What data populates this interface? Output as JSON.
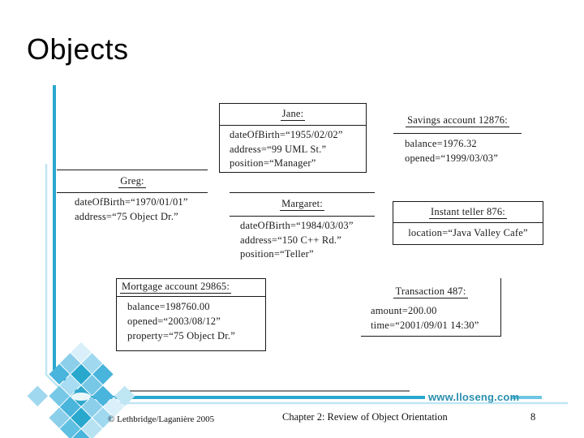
{
  "slide": {
    "title": "Objects"
  },
  "objects": {
    "jane": {
      "title": "Jane:",
      "attrs": [
        "dateOfBirth=“1955/02/02”",
        "address=“99 UML St.”",
        "position=“Manager”"
      ]
    },
    "savings": {
      "title": "Savings account 12876:",
      "attrs": [
        "balance=1976.32",
        "opened=“1999/03/03”"
      ]
    },
    "greg": {
      "title": "Greg:",
      "attrs": [
        "dateOfBirth=“1970/01/01”",
        "address=“75 Object Dr.”"
      ]
    },
    "margaret": {
      "title": "Margaret:",
      "attrs": [
        "dateOfBirth=“1984/03/03”",
        "address=“150 C++ Rd.”",
        "position=“Teller”"
      ]
    },
    "teller": {
      "title": "Instant teller 876:",
      "attrs": [
        "location=“Java Valley Cafe”"
      ]
    },
    "mortgage": {
      "title": "Mortgage account 29865:",
      "attrs": [
        "balance=198760.00",
        "opened=“2003/08/12”",
        "property=“75 Object Dr.”"
      ]
    },
    "transaction": {
      "title": "Transaction 487:",
      "attrs": [
        "amount=200.00",
        "time=“2001/09/01 14:30”"
      ]
    }
  },
  "footer": {
    "website": "www.lloseng.com",
    "copyright": "© Lethbridge/Laganière 2005",
    "chapter": "Chapter 2: Review of Object Orientation",
    "page": "8"
  },
  "colors": {
    "diagram_line": "#1a1a1a",
    "accent_cyan": "#29a8ce",
    "accent_light_blue": "#bfe6f3",
    "website_text": "#2b8fae"
  }
}
